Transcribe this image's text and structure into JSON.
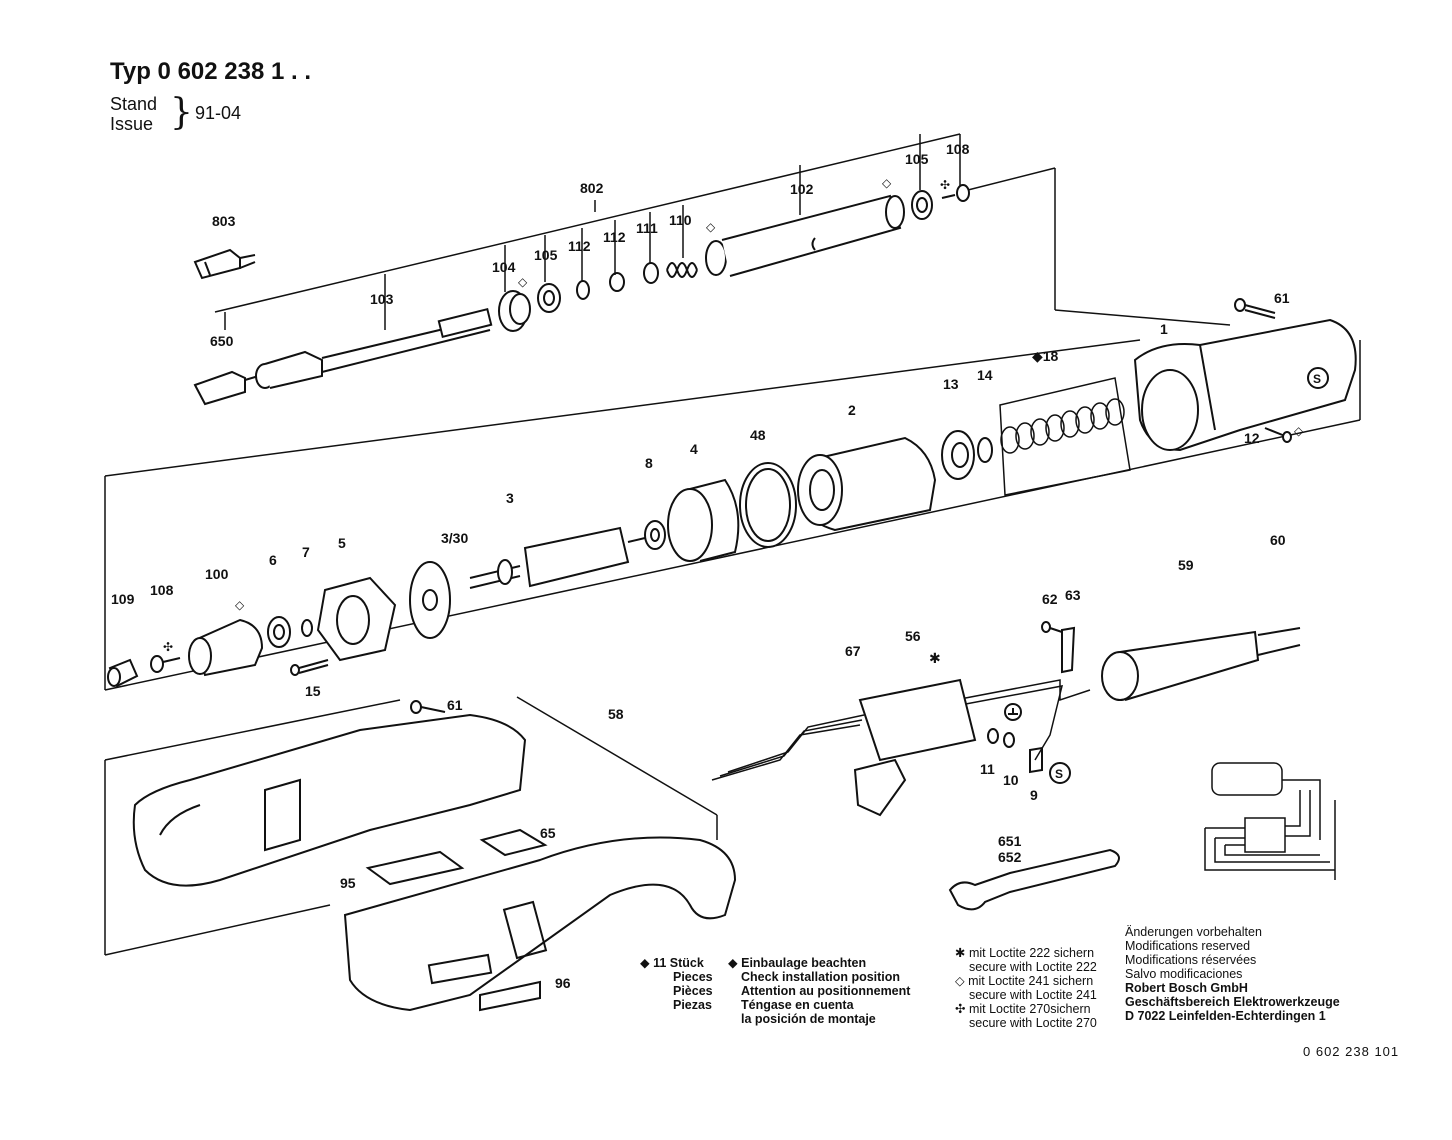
{
  "header": {
    "title": "Typ 0 602 238 1 . .",
    "stand_label": "Stand",
    "issue_label": "Issue",
    "date": "91-04"
  },
  "parts": [
    {
      "id": "803",
      "label": "803"
    },
    {
      "id": "802",
      "label": "802"
    },
    {
      "id": "102",
      "label": "102"
    },
    {
      "id": "105a",
      "label": "105"
    },
    {
      "id": "108a",
      "label": "108"
    },
    {
      "id": "104",
      "label": "104"
    },
    {
      "id": "105b",
      "label": "105"
    },
    {
      "id": "112a",
      "label": "112"
    },
    {
      "id": "112b",
      "label": "112"
    },
    {
      "id": "111",
      "label": "111"
    },
    {
      "id": "110",
      "label": "110"
    },
    {
      "id": "103",
      "label": "103"
    },
    {
      "id": "650",
      "label": "650"
    },
    {
      "id": "61a",
      "label": "61"
    },
    {
      "id": "1",
      "label": "1"
    },
    {
      "id": "18",
      "label": "◆18"
    },
    {
      "id": "13",
      "label": "13"
    },
    {
      "id": "14",
      "label": "14"
    },
    {
      "id": "2",
      "label": "2"
    },
    {
      "id": "48",
      "label": "48"
    },
    {
      "id": "4",
      "label": "4"
    },
    {
      "id": "8",
      "label": "8"
    },
    {
      "id": "12",
      "label": "12"
    },
    {
      "id": "3",
      "label": "3"
    },
    {
      "id": "3_30",
      "label": "3/30"
    },
    {
      "id": "5",
      "label": "5"
    },
    {
      "id": "7",
      "label": "7"
    },
    {
      "id": "6",
      "label": "6"
    },
    {
      "id": "100",
      "label": "100"
    },
    {
      "id": "108b",
      "label": "108"
    },
    {
      "id": "109",
      "label": "109"
    },
    {
      "id": "15",
      "label": "15"
    },
    {
      "id": "60",
      "label": "60"
    },
    {
      "id": "59",
      "label": "59"
    },
    {
      "id": "62",
      "label": "62"
    },
    {
      "id": "63",
      "label": "63"
    },
    {
      "id": "56",
      "label": "56"
    },
    {
      "id": "67",
      "label": "67"
    },
    {
      "id": "11",
      "label": "11"
    },
    {
      "id": "10",
      "label": "10"
    },
    {
      "id": "9",
      "label": "9"
    },
    {
      "id": "61b",
      "label": "61"
    },
    {
      "id": "58",
      "label": "58"
    },
    {
      "id": "65",
      "label": "65"
    },
    {
      "id": "95",
      "label": "95"
    },
    {
      "id": "96",
      "label": "96"
    },
    {
      "id": "651",
      "label": "651"
    },
    {
      "id": "652",
      "label": "652"
    }
  ],
  "legend_qty": {
    "symbol": "◆",
    "count": "11 Stück",
    "words": [
      "Pieces",
      "Pièces",
      "Piezas"
    ]
  },
  "legend_install": {
    "symbol": "◆",
    "lines": [
      "Einbaulage beachten",
      "Check installation position",
      "Attention au positionnement",
      "Téngase en cuenta",
      "la posición de montaje"
    ]
  },
  "legend_loctite": [
    {
      "symbol": "✱",
      "line1": "mit Loctite 222 sichern",
      "line2": "secure with Loctite 222"
    },
    {
      "symbol": "◇",
      "line1": "mit Loctite 241 sichern",
      "line2": "secure with Loctite 241"
    },
    {
      "symbol": "✣",
      "line1": "mit Loctite 270sichern",
      "line2": "secure with Loctite 270"
    }
  ],
  "notes": {
    "changes": [
      "Änderungen vorbehalten",
      "Modifications reserved",
      "Modifications réservées",
      "Salvo modificaciones"
    ],
    "company": [
      "Robert Bosch GmbH",
      "Geschäftsbereich Elektrowerkzeuge",
      "D 7022 Leinfelden-Echterdingen 1"
    ]
  },
  "doc_number": "0  602  238  101",
  "symbols": {
    "s_mark": "S",
    "diamond_outline": "◇",
    "loctite270": "✣",
    "loctite222": "✱"
  }
}
